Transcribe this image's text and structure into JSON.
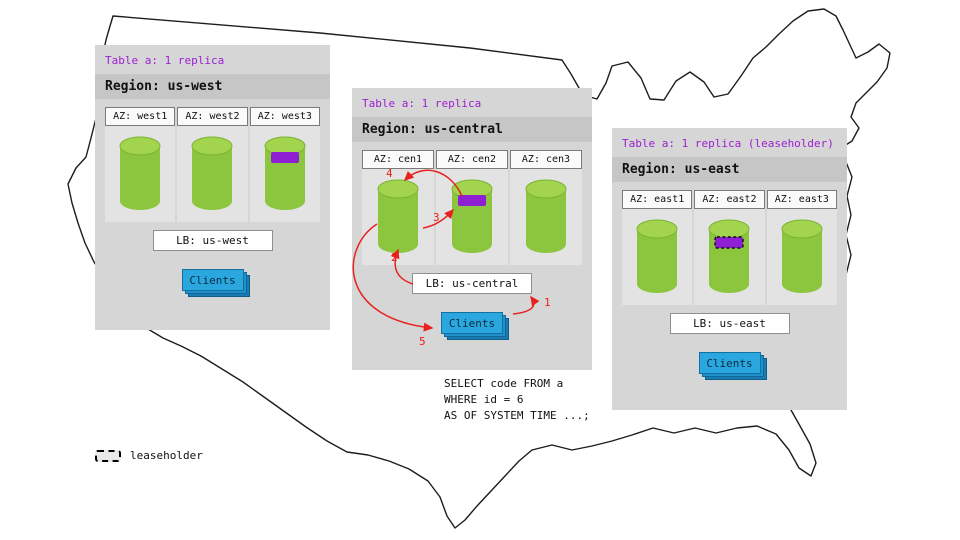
{
  "colors": {
    "table_label_purple": "#9c1fd0",
    "cylinder_green": "#8cc63e",
    "replica_purple": "#8e1fd3",
    "clients_blue": "#2ba7e0",
    "arrow_red": "#e8211d",
    "region_box_gray": "#d6d6d6"
  },
  "regions": [
    {
      "id": "us-west",
      "table_label": "Table a: 1 replica",
      "region_label": "Region: us-west",
      "azs": [
        {
          "label": "AZ: west1",
          "replica": false,
          "leaseholder": false
        },
        {
          "label": "AZ: west2",
          "replica": false,
          "leaseholder": false
        },
        {
          "label": "AZ: west3",
          "replica": true,
          "leaseholder": false
        }
      ],
      "lb_label": "LB: us-west",
      "clients_label": "Clients"
    },
    {
      "id": "us-central",
      "table_label": "Table a: 1 replica",
      "region_label": "Region: us-central",
      "azs": [
        {
          "label": "AZ: cen1",
          "replica": false,
          "leaseholder": false
        },
        {
          "label": "AZ: cen2",
          "replica": true,
          "leaseholder": false
        },
        {
          "label": "AZ: cen3",
          "replica": false,
          "leaseholder": false
        }
      ],
      "lb_label": "LB: us-central",
      "clients_label": "Clients"
    },
    {
      "id": "us-east",
      "table_label": "Table a: 1 replica (leaseholder)",
      "region_label": "Region: us-east",
      "azs": [
        {
          "label": "AZ: east1",
          "replica": false,
          "leaseholder": false
        },
        {
          "label": "AZ: east2",
          "replica": true,
          "leaseholder": true
        },
        {
          "label": "AZ: east3",
          "replica": false,
          "leaseholder": false
        }
      ],
      "lb_label": "LB: us-east",
      "clients_label": "Clients"
    }
  ],
  "flow_steps": [
    "1",
    "2",
    "3",
    "4",
    "5"
  ],
  "sql": {
    "lines": [
      "SELECT code FROM a",
      "WHERE id = 6",
      "AS OF SYSTEM TIME ...;"
    ]
  },
  "legend": {
    "label": "leaseholder"
  }
}
